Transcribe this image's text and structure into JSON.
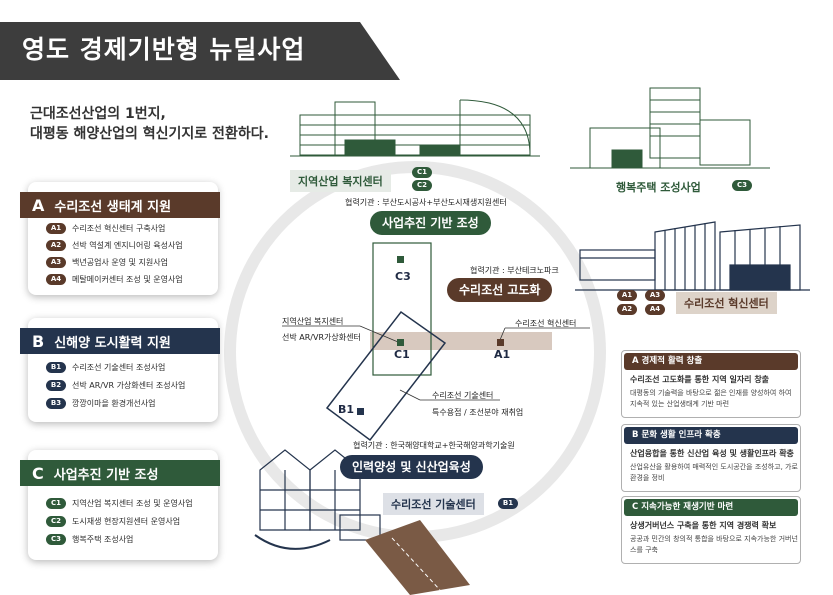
{
  "header": {
    "title": "영도 경제기반형 뉴딜사업",
    "subtitle_line1": "근대조선산업의 1번지,",
    "subtitle_line2": "대평동 해양산업의 혁신기지로 전환하다."
  },
  "colors": {
    "dark": "#3d3d3d",
    "green": "#2f5a3a",
    "navy": "#24344d",
    "brown": "#5a3a2a",
    "beige": "#d9cfc4",
    "band": "#d8c9bf"
  },
  "sections_left": [
    {
      "letter": "A",
      "title": "수리조선 생태계 지원",
      "items": [
        {
          "code": "A1",
          "text": "수리조선 혁신센터 구축사업"
        },
        {
          "code": "A2",
          "text": "선박 역설계 엔지니어링 육성사업"
        },
        {
          "code": "A3",
          "text": "백년공업사 운영 및 지원사업"
        },
        {
          "code": "A4",
          "text": "메탈메이커센터 조성 및 운영사업"
        }
      ]
    },
    {
      "letter": "B",
      "title": "신해양 도시활력 지원",
      "items": [
        {
          "code": "B1",
          "text": "수리조선 기술센터 조성사업"
        },
        {
          "code": "B2",
          "text": "선박 AR/VR 가상화센터 조성사업"
        },
        {
          "code": "B3",
          "text": "깡깡이마을 환경개선사업"
        }
      ]
    },
    {
      "letter": "C",
      "title": "사업추진 기반 조성",
      "items": [
        {
          "code": "C1",
          "text": "지역산업 복지센터 조성 및 운영사업"
        },
        {
          "code": "C2",
          "text": "도시재생 현장지원센터 운영사업"
        },
        {
          "code": "C3",
          "text": "행복주택 조성사업"
        }
      ]
    }
  ],
  "sections_right": [
    {
      "title": "A 경제적 활력 창출",
      "line1": "수리조선 고도화를 통한 지역 일자리 창출",
      "line2": "대평동의 기술력을 바탕으로 젊은 인재를 양성하여 하여 지속적 있는 산업생태계 기반 마련"
    },
    {
      "title": "B 문화 생활 인프라 확충",
      "line1": "산업융합을 통한 신산업 육성 및 생활인프라 확충",
      "line2": "산업유산을 활용하여 매력적인 도시공간을 조성하고, 가로환경을 정비"
    },
    {
      "title": "C 지속가능한 재생기반 마련",
      "line1": "상생거버넌스 구축을 통한 지역 경쟁력 확보",
      "line2": "공공과 민간의 창의적 통합을 바탕으로 지속가능한 거버넌스를 구축"
    }
  ],
  "diagram": {
    "pill_top": "사업추진 기반 조성",
    "pill_right": "수리조선 고도화",
    "pill_bottom": "인력양성 및 신산업육성",
    "partner_top": "협력기관 : 부산도시공사+부산도시재생지원센터",
    "partner_right": "협력기관 : 부산테크노파크",
    "partner_bottom": "협력기관 : 한국해양대학교+한국해양과학기술원",
    "node_c3": "C3",
    "node_c1": "C1",
    "node_a1": "A1",
    "node_b1": "B1",
    "label_welfare": "지역산업 복지센터",
    "label_arvr": "선박 AR/VR가상화센터",
    "label_innovation": "수리조선 혁신센터",
    "label_tech": "수리조선 기술센터",
    "label_special": "특수용접 / 조선분야 재취업"
  },
  "buildings": {
    "welfare": {
      "name": "지역산업 복지센터",
      "codes": [
        "C1",
        "C2"
      ]
    },
    "housing": {
      "name": "행복주택 조성사업",
      "codes": [
        "C3"
      ]
    },
    "innovation": {
      "name": "수리조선 혁신센터",
      "codes": [
        "A1",
        "A3",
        "A2",
        "A4"
      ]
    },
    "tech": {
      "name": "수리조선 기술센터",
      "codes": [
        "B1"
      ]
    }
  }
}
